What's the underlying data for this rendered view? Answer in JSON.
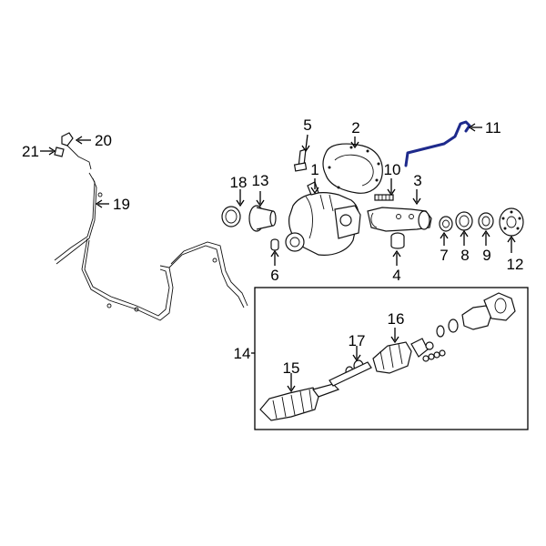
{
  "diagram": {
    "callouts": [
      {
        "id": "c1",
        "text": "1"
      },
      {
        "id": "c2",
        "text": "2"
      },
      {
        "id": "c3",
        "text": "3"
      },
      {
        "id": "c4",
        "text": "4"
      },
      {
        "id": "c5",
        "text": "5"
      },
      {
        "id": "c6",
        "text": "6"
      },
      {
        "id": "c7",
        "text": "7"
      },
      {
        "id": "c8",
        "text": "8"
      },
      {
        "id": "c9",
        "text": "9"
      },
      {
        "id": "c10",
        "text": "10"
      },
      {
        "id": "c11",
        "text": "11"
      },
      {
        "id": "c12",
        "text": "12"
      },
      {
        "id": "c13",
        "text": "13"
      },
      {
        "id": "c14",
        "text": "14"
      },
      {
        "id": "c15",
        "text": "15"
      },
      {
        "id": "c16",
        "text": "16"
      },
      {
        "id": "c17",
        "text": "17"
      },
      {
        "id": "c18",
        "text": "18"
      },
      {
        "id": "c19",
        "text": "19"
      },
      {
        "id": "c20",
        "text": "20"
      },
      {
        "id": "c21",
        "text": "21"
      }
    ],
    "highlight_color": "#1e2a8c",
    "highlighted_part": "11"
  }
}
